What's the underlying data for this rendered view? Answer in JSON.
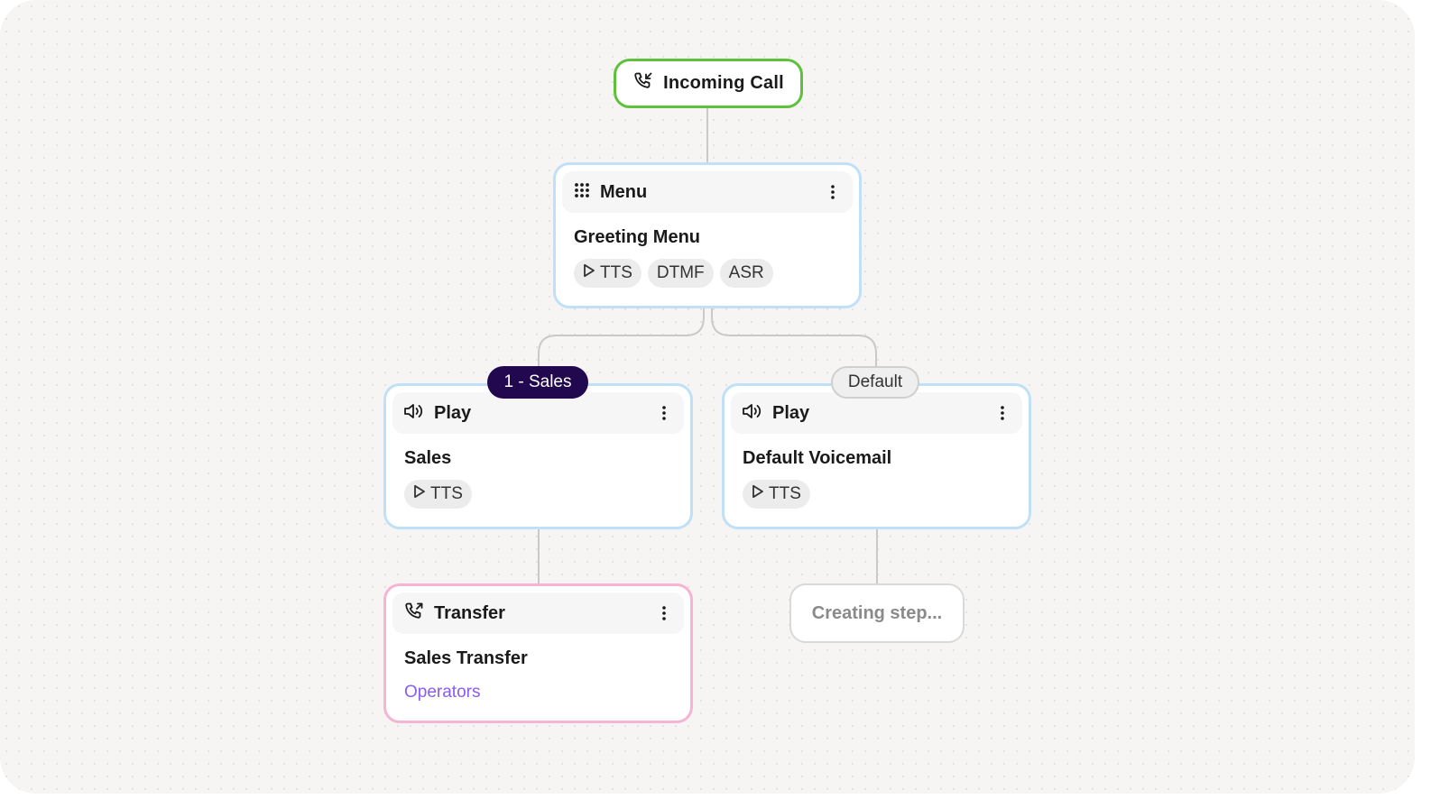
{
  "start": {
    "label": "Incoming Call",
    "icon": "incoming-call-icon"
  },
  "menu_node": {
    "type": "Menu",
    "icon": "keypad-grid-icon",
    "name": "Greeting Menu",
    "chips": [
      "TTS",
      "DTMF",
      "ASR"
    ]
  },
  "branches": {
    "sales": "1 - Sales",
    "default": "Default"
  },
  "play_sales": {
    "type": "Play",
    "icon": "speaker-icon",
    "name": "Sales",
    "chips": [
      "TTS"
    ]
  },
  "play_default": {
    "type": "Play",
    "icon": "speaker-icon",
    "name": "Default Voicemail",
    "chips": [
      "TTS"
    ]
  },
  "transfer_node": {
    "type": "Transfer",
    "icon": "outgoing-call-icon",
    "name": "Sales Transfer",
    "target": "Operators"
  },
  "pending_step": {
    "label": "Creating step..."
  },
  "colors": {
    "start_border": "#5ec13c",
    "node_border": "#bfe0f7",
    "transfer_border": "#f6b4d4",
    "sales_label_bg": "#22094f",
    "link": "#8a5cf0"
  }
}
